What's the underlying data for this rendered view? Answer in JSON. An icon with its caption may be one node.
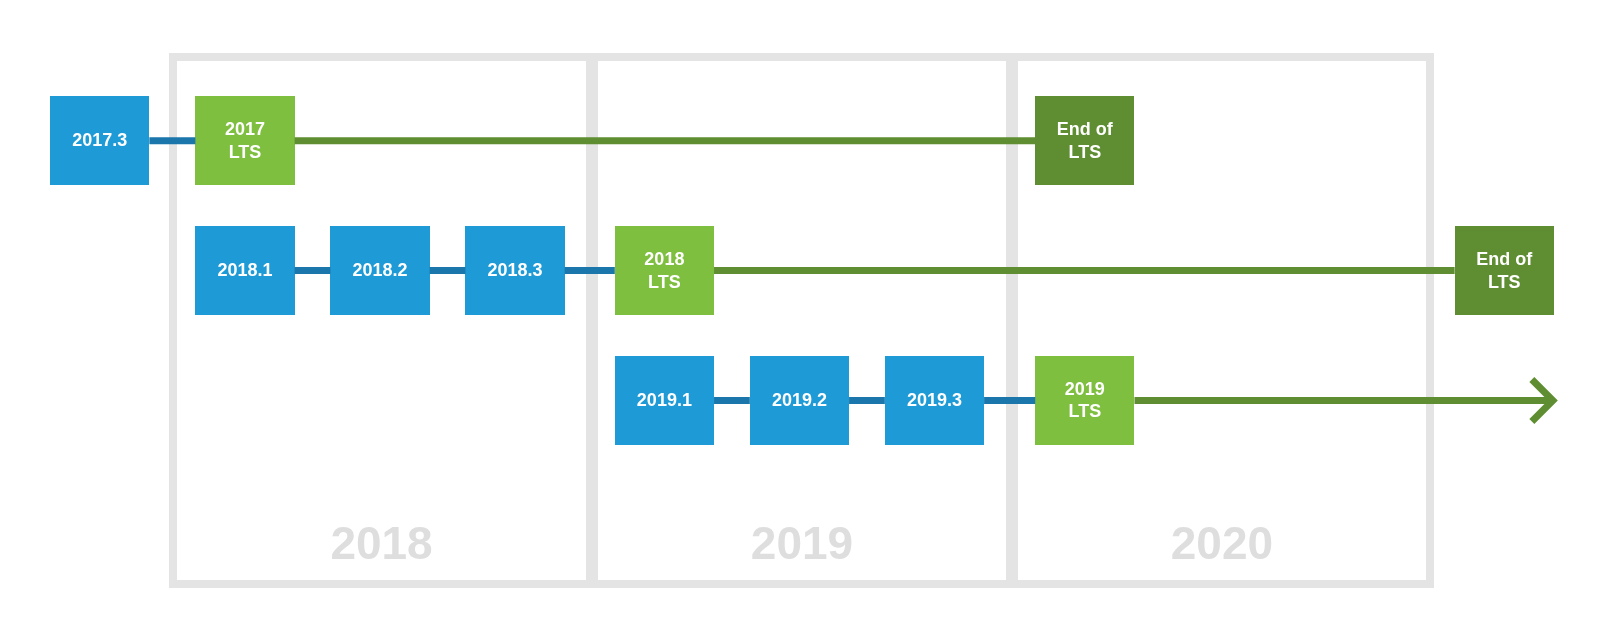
{
  "diagram": {
    "nodes": [
      {
        "text": [
          "2018"
        ]
      },
      {
        "text": [
          "2019"
        ]
      },
      {
        "text": [
          "2020"
        ]
      },
      {
        "text": [
          "2017.3"
        ]
      },
      {
        "text": [
          "2017 LTS"
        ],
        "in": 0
      },
      {
        "text": [
          "End of LTS"
        ],
        "in": 2
      },
      {
        "text": [
          "2018.1"
        ],
        "in": 0
      },
      {
        "text": [
          "2018.2"
        ],
        "in": 0
      },
      {
        "text": [
          "2018.3"
        ],
        "in": 0
      },
      {
        "text": [
          "2018 LTS"
        ],
        "in": 1
      },
      {
        "text": [
          "End of LTS"
        ]
      },
      {
        "text": [
          "2019.1"
        ],
        "in": 1
      },
      {
        "text": [
          "2019.2"
        ],
        "in": 1
      },
      {
        "text": [
          "2019.3"
        ],
        "in": 1
      },
      {
        "text": [
          "2019 LTS"
        ],
        "in": 2
      }
    ],
    "edges": [
      {
        "from": 3,
        "to": 4,
        "arrow": "none"
      },
      {
        "from": 4,
        "to": 5,
        "arrow": "none",
        "color": "#5e8e31"
      },
      {
        "from": 6,
        "to": 7,
        "arrow": "none"
      },
      {
        "from": 7,
        "to": 8,
        "arrow": "none"
      },
      {
        "from": 8,
        "to": 9,
        "arrow": "none"
      },
      {
        "from": 9,
        "to": 10,
        "arrow": "none",
        "color": "#5e8e31"
      },
      {
        "from": 11,
        "to": 12,
        "arrow": "none"
      },
      {
        "from": 12,
        "to": 13,
        "arrow": "none"
      },
      {
        "from": 13,
        "to": 14,
        "arrow": "none"
      },
      {
        "from": 14,
        "to": null,
        "arrow": "to",
        "color": "#5e8e31"
      }
    ]
  }
}
